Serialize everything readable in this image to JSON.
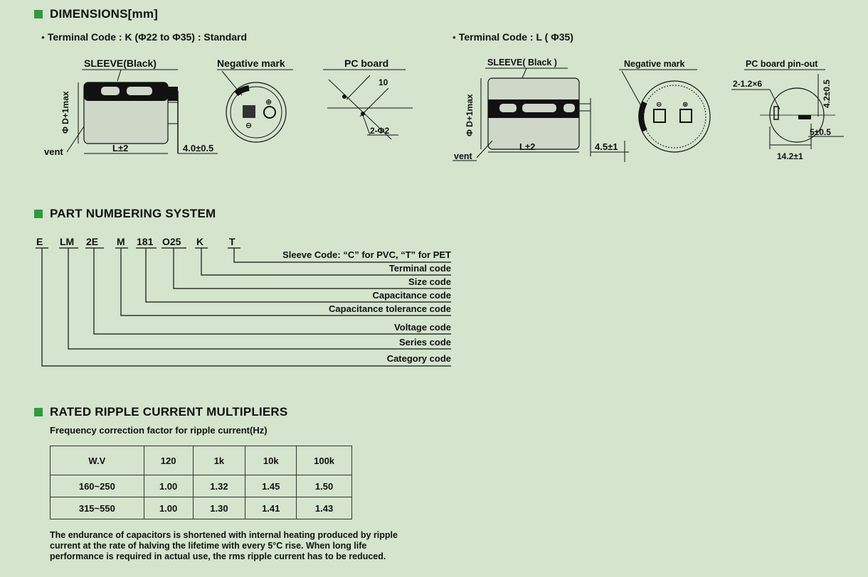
{
  "dimensions": {
    "title": "DIMENSIONS[mm]",
    "terminal_k": {
      "heading": "Terminal Code : K (Φ22 to Φ35) : Standard",
      "sleeve": "SLEEVE(Black)",
      "negative_mark": "Negative mark",
      "pc_board": "PC board",
      "dia": "Φ D+1max",
      "length": "L±2",
      "lead": "4.0±0.5",
      "vent": "vent",
      "pitch": "10",
      "hole": "2-Φ2"
    },
    "terminal_l": {
      "heading": "Terminal Code : L ( Φ35)",
      "sleeve": "SLEEVE( Black )",
      "negative_mark": "Negative mark",
      "pc_board": "PC board pin-out",
      "dia": "Φ D+1max",
      "length": "L±2",
      "lead": "4.5±1",
      "vent": "vent",
      "holes": "2-1.2×6",
      "dim_a": "4.2±0.5",
      "dim_b": "5±0.5",
      "dim_c": "14.2±1"
    }
  },
  "part_numbering": {
    "title": "PART NUMBERING SYSTEM",
    "codes": [
      "E",
      "LM",
      "2E",
      "M",
      "181",
      "O25",
      "K",
      "T"
    ],
    "labels": [
      "Sleeve Code: “C” for PVC, “T” for PET",
      "Terminal code",
      "Size code",
      "Capacitance code",
      "Capacitance tolerance code",
      "Voltage code",
      "Series code",
      "Category code"
    ]
  },
  "ripple": {
    "title": "RATED RIPPLE CURRENT MULTIPLIERS",
    "subtitle": "Frequency correction factor for ripple current(Hz)",
    "headers": [
      "W.V",
      "120",
      "1k",
      "10k",
      "100k"
    ],
    "rows": [
      [
        "160~250",
        "1.00",
        "1.32",
        "1.45",
        "1.50"
      ],
      [
        "315~550",
        "1.00",
        "1.30",
        "1.41",
        "1.43"
      ]
    ],
    "note": [
      "The endurance of capacitors is shortened with internal heating produced by ripple",
      "current at the rate of halving the lifetime with every 5°C rise. When long life",
      "performance is required in actual use, the rms ripple current has to be reduced."
    ]
  },
  "colors": {
    "background": "#d4e4cd",
    "accent": "#2f9a3e",
    "ink": "#111111"
  }
}
